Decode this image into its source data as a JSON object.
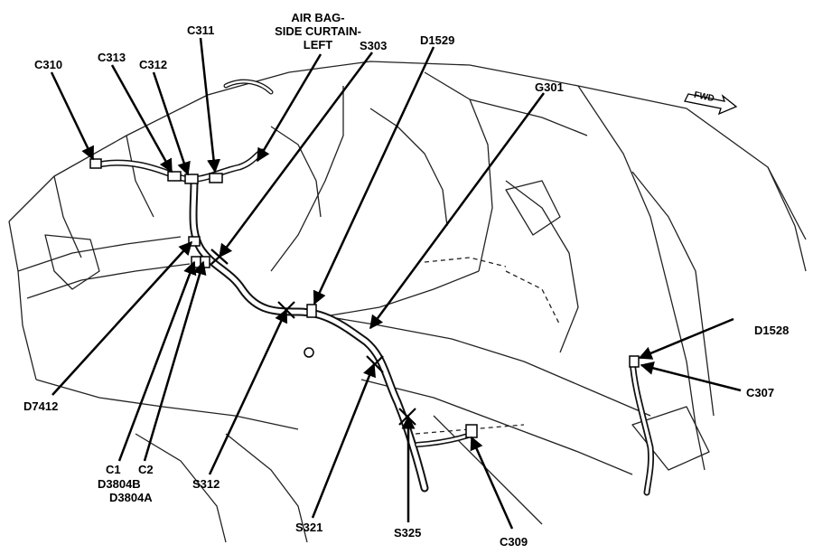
{
  "labels": {
    "c310": "C310",
    "c313": "C313",
    "c312": "C312",
    "c311": "C311",
    "airbag_line1": "AIR BAG-",
    "airbag_line2": "SIDE CURTAIN-",
    "airbag_line3": "LEFT",
    "s303": "S303",
    "d1529": "D1529",
    "g301": "G301",
    "fwd": "FWD",
    "d1528": "D1528",
    "c307": "C307",
    "d7412": "D7412",
    "c1": "C1",
    "d3804b": "D3804B",
    "d3804a": "D3804A",
    "c2": "C2",
    "s312": "S312",
    "s321": "S321",
    "s325": "S325",
    "c309": "C309"
  }
}
